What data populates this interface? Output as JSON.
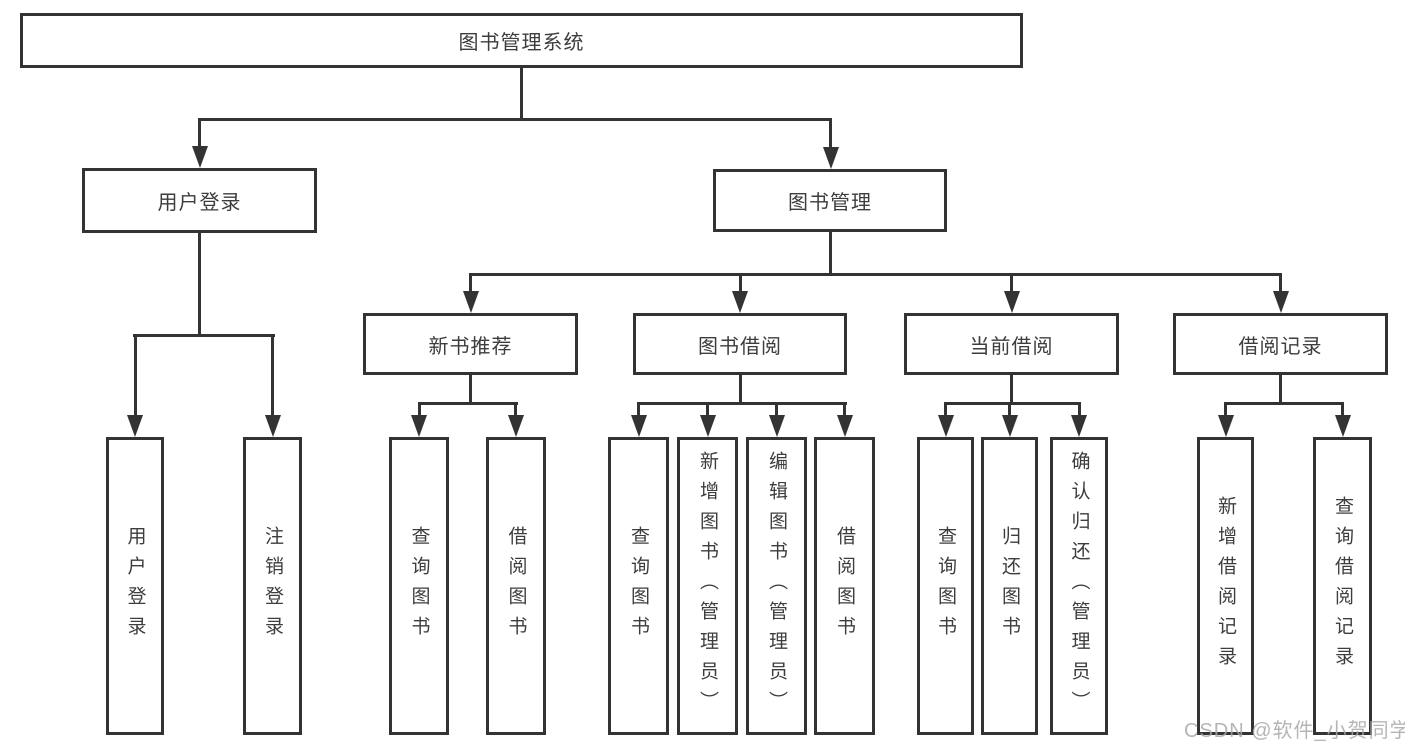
{
  "colors": {
    "line": "#333333",
    "border": "#333333",
    "text": "#3d3d3d",
    "watermark": "#a8a8a8",
    "background": "#ffffff"
  },
  "tree": {
    "root": {
      "label": "图书管理系统"
    },
    "user_login": {
      "label": "用户登录",
      "children": [
        {
          "label": "用户登录"
        },
        {
          "label": "注销登录"
        }
      ]
    },
    "book_mgmt": {
      "label": "图书管理",
      "children": [
        {
          "label": "新书推荐",
          "children": [
            {
              "label": "查询图书"
            },
            {
              "label": "借阅图书"
            }
          ]
        },
        {
          "label": "图书借阅",
          "children": [
            {
              "label": "查询图书"
            },
            {
              "label": "新增图书（管理员）"
            },
            {
              "label": "编辑图书（管理员）"
            },
            {
              "label": "借阅图书"
            }
          ]
        },
        {
          "label": "当前借阅",
          "children": [
            {
              "label": "查询图书"
            },
            {
              "label": "归还图书"
            },
            {
              "label": "确认归还（管理员）"
            }
          ]
        },
        {
          "label": "借阅记录",
          "children": [
            {
              "label": "新增借阅记录"
            },
            {
              "label": "查询借阅记录"
            }
          ]
        }
      ]
    }
  },
  "watermark": {
    "text": "CSDN @软件_小贺同学"
  }
}
